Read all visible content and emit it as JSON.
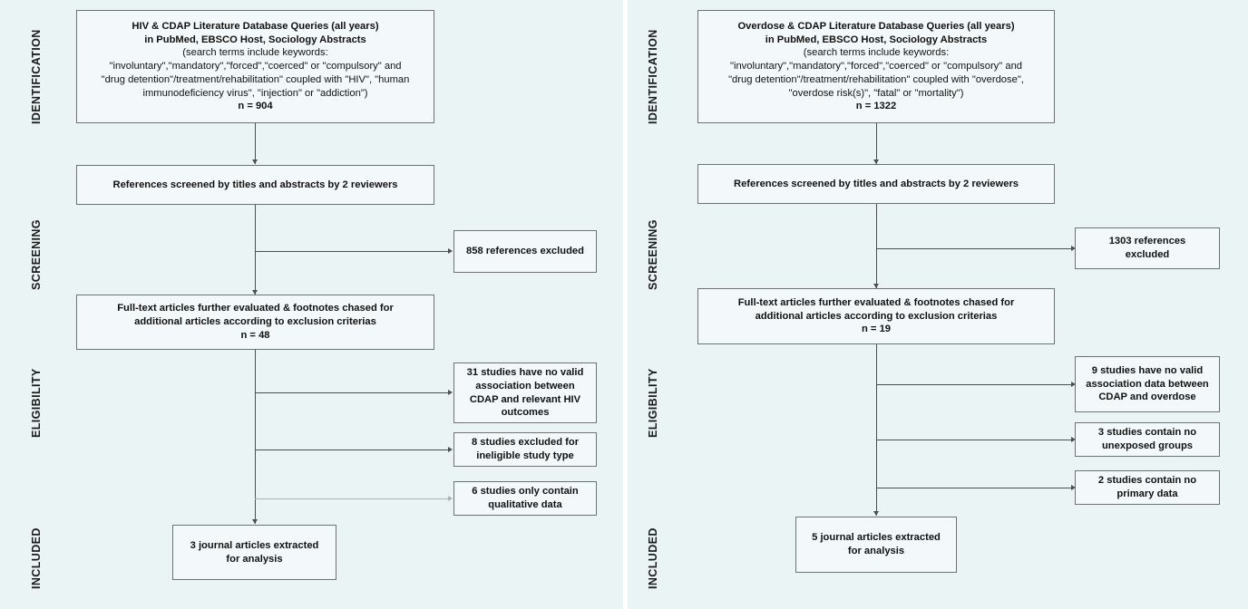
{
  "figure": {
    "type": "prisma-flow-diagram",
    "background_color": "#eaf4f4",
    "box_border_color": "#6f7274",
    "panel_count": 2
  },
  "stages": {
    "identification": "IDENTIFICATION",
    "screening": "SCREENING",
    "eligibility": "ELIGIBILITY",
    "included": "INCLUDED"
  },
  "left_panel": {
    "identification_box": {
      "title_line_1": "HIV & CDAP Literature Database Queries (all years)",
      "title_line_2": "in PubMed, EBSCO Host, Sociology Abstracts",
      "search_line_1": "(search terms include keywords:",
      "search_line_2": "\"involuntary\",\"mandatory\",\"forced\",\"coerced\" or \"compulsory\" and",
      "search_line_3": "\"drug detention\"/treatment/rehabilitation\" coupled with \"HIV\", \"human",
      "search_line_4": "immunodeficiency virus\", \"injection\" or  \"addiction\")",
      "count": "n =  904"
    },
    "screening_box": {
      "text": "References screened by titles and abstracts by 2 reviewers"
    },
    "screening_excluded_box": {
      "text": "858 references excluded"
    },
    "fulltext_box": {
      "line_1": "Full-text articles further evaluated & footnotes chased for",
      "line_2": "additional articles according to exclusion criterias",
      "count": "n =  48"
    },
    "eligibility_excluded": [
      {
        "line_1": "31 studies have no valid",
        "line_2": "association between",
        "line_3": "CDAP and relevant HIV",
        "line_4": "outcomes"
      },
      {
        "line_1": "8 studies excluded for",
        "line_2": "ineligible study type"
      },
      {
        "line_1": "6 studies only contain",
        "line_2": "qualitative data"
      }
    ],
    "included_box": {
      "line_1": "3 journal articles extracted",
      "line_2": "for analysis"
    }
  },
  "right_panel": {
    "identification_box": {
      "title_line_1": "Overdose & CDAP Literature Database Queries (all years)",
      "title_line_2": "in PubMed, EBSCO Host, Sociology Abstracts",
      "search_line_1": "(search terms include keywords:",
      "search_line_2": "\"involuntary\",\"mandatory\",\"forced\",\"coerced\" or \"compulsory\" and",
      "search_line_3": "\"drug detention\"/treatment/rehabilitation\" coupled with \"overdose\",",
      "search_line_4": "\"overdose risk(s)\", \"fatal\" or  \"mortality\")",
      "count": "n =  1322"
    },
    "screening_box": {
      "text": "References screened by titles and abstracts by 2 reviewers"
    },
    "screening_excluded_box": {
      "line_1": "1303 references",
      "line_2": "excluded"
    },
    "fulltext_box": {
      "line_1": "Full-text articles further evaluated & footnotes chased for",
      "line_2": "additional articles according to exclusion criterias",
      "count": "n =  19"
    },
    "eligibility_excluded": [
      {
        "line_1": "9 studies have no valid",
        "line_2": "association data between",
        "line_3": "CDAP and overdose"
      },
      {
        "line_1": "3 studies contain no",
        "line_2": "unexposed groups"
      },
      {
        "line_1": "2 studies contain no",
        "line_2": "primary data"
      }
    ],
    "included_box": {
      "line_1": "5 journal articles extracted",
      "line_2": "for analysis"
    }
  }
}
